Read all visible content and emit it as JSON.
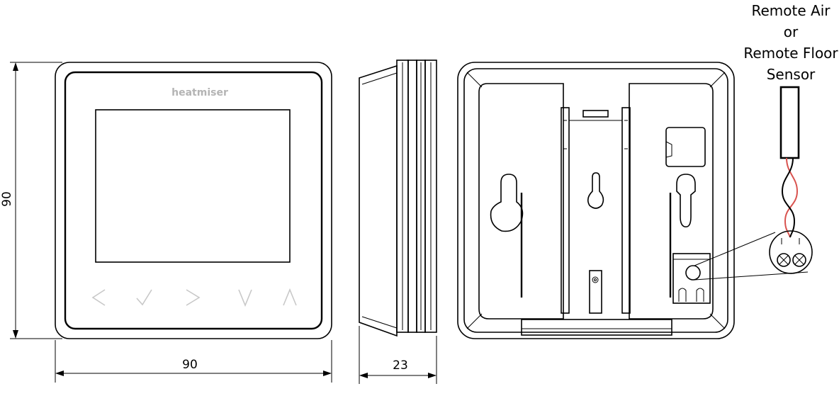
{
  "front_view": {
    "brand_text": "heatmiser",
    "buttons": [
      "left-arrow",
      "checkmark",
      "right-arrow",
      "down-arrow",
      "up-arrow"
    ]
  },
  "dimensions": {
    "height": "90",
    "width": "90",
    "depth": "23"
  },
  "sensor_label": [
    "Remote Air",
    "or",
    "Remote Floor",
    "Sensor"
  ],
  "colors": {
    "line": "#000000",
    "button_grey": "#c8c8c8",
    "brand_grey": "#b4b4b4",
    "sensor_wire": "#d9534f"
  }
}
